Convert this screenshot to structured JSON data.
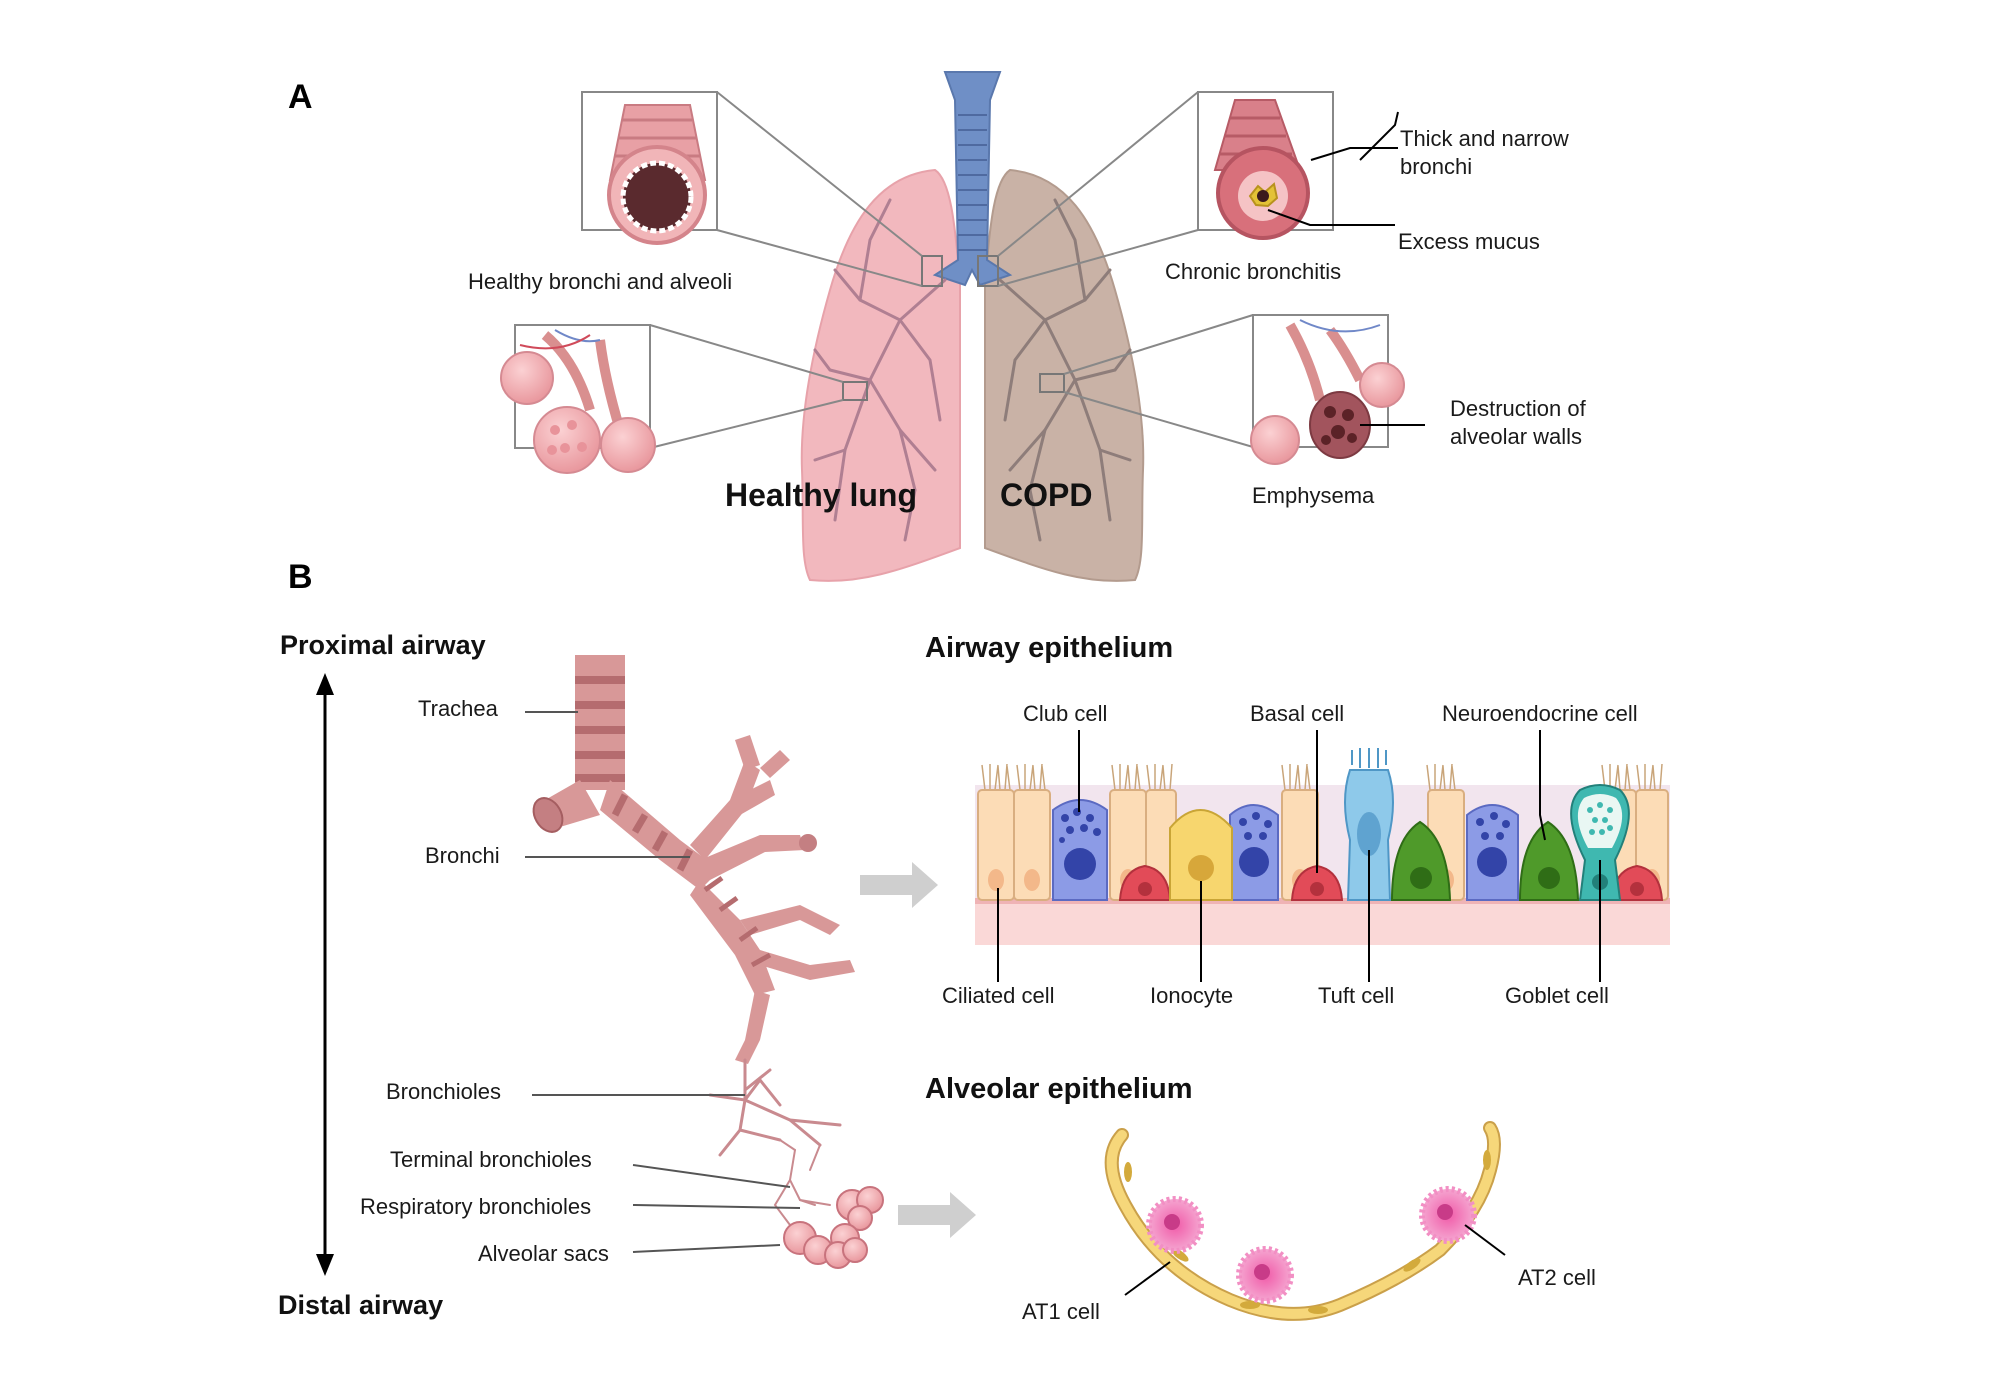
{
  "panel_a": {
    "letter": "A",
    "healthy_lung": "Healthy lung",
    "copd": "COPD",
    "healthy_bronchi_alveoli": "Healthy bronchi and alveoli",
    "chronic_bronchitis": "Chronic bronchitis",
    "thick_narrow_bronchi_line1": "Thick and narrow",
    "thick_narrow_bronchi_line2": "bronchi",
    "excess_mucus": "Excess mucus",
    "destruction_line1": "Destruction of",
    "destruction_line2": "alveolar walls",
    "emphysema": "Emphysema"
  },
  "panel_b": {
    "letter": "B",
    "proximal_airway": "Proximal airway",
    "distal_airway": "Distal airway",
    "tree_labels": {
      "trachea": "Trachea",
      "bronchi": "Bronchi",
      "bronchioles": "Bronchioles",
      "terminal_bronchioles": "Terminal bronchioles",
      "respiratory_bronchioles": "Respiratory bronchioles",
      "alveolar_sacs": "Alveolar sacs"
    },
    "airway_epithelium": {
      "title": "Airway epithelium",
      "club_cell": "Club cell",
      "basal_cell": "Basal cell",
      "neuroendocrine_cell": "Neuroendocrine cell",
      "ciliated_cell": "Ciliated cell",
      "ionocyte": "Ionocyte",
      "tuft_cell": "Tuft cell",
      "goblet_cell": "Goblet cell"
    },
    "alveolar_epithelium": {
      "title": "Alveolar epithelium",
      "at1_cell": "AT1 cell",
      "at2_cell": "AT2 cell"
    }
  },
  "colors": {
    "healthy_lung": "#f2b8be",
    "copd_lung": "#c9b2a6",
    "trachea": "#6f8fc6",
    "bronchi_tree": "#c98a8f",
    "ciliated": "#fcdcb6",
    "club": "#8c9be6",
    "basal": "#e24b58",
    "ionocyte": "#f7d66e",
    "tuft": "#8ec9ea",
    "neuroendocrine": "#4f9a2a",
    "goblet": "#3fb8b0",
    "at1": "#f6d77a",
    "at2": "#f28fc4",
    "arrow": "#cfcfcf"
  }
}
